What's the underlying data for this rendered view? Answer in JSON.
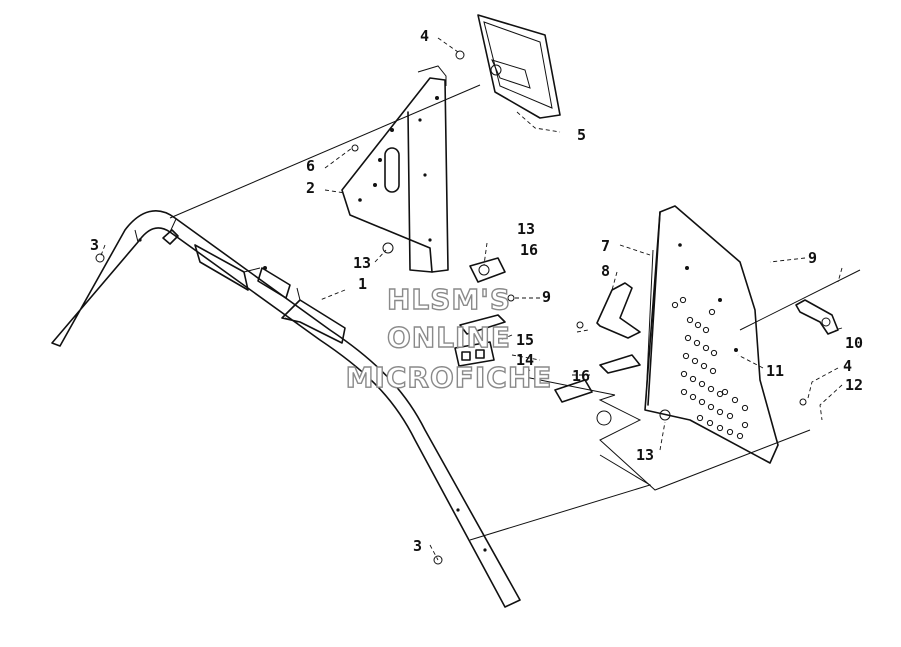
{
  "watermark": {
    "line1": "HLSM'S",
    "line2": "ONLINE",
    "line3": "MICROFICHE"
  },
  "callouts": {
    "c1": "1",
    "c2": "2",
    "c3a": "3",
    "c3b": "3",
    "c4a": "4",
    "c4b": "4",
    "c5": "5",
    "c6": "6",
    "c7": "7",
    "c8": "8",
    "c9a": "9",
    "c9b": "9",
    "c10": "10",
    "c11": "11",
    "c12": "12",
    "c13a": "13",
    "c13b": "13",
    "c13c": "13",
    "c14": "14",
    "c15": "15",
    "c16a": "16",
    "c16b": "16"
  },
  "colors": {
    "line": "#111111",
    "watermark": "#8a8a8a",
    "background": "#ffffff"
  }
}
